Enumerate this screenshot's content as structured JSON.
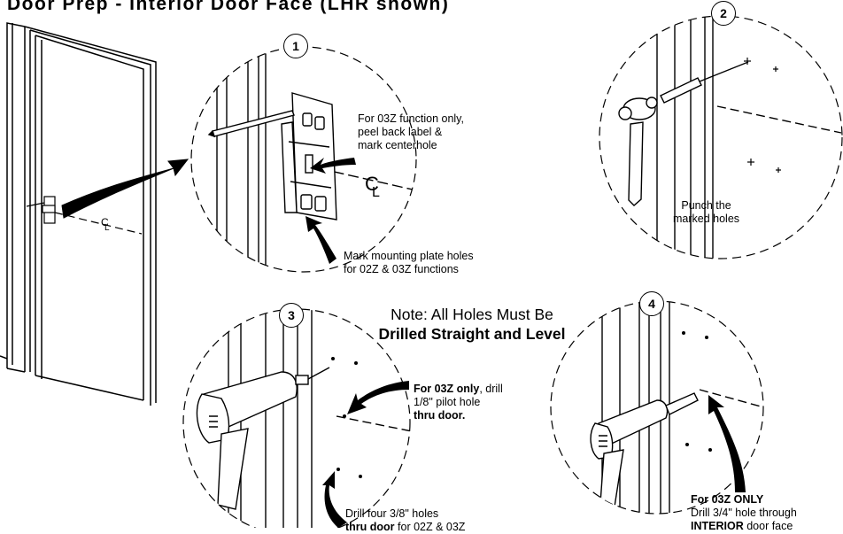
{
  "title": "Door Prep - Interior Door Face (LHR shown)",
  "steps": [
    "1",
    "2",
    "3",
    "4"
  ],
  "centerline_symbol": "CL",
  "step1": {
    "label_function": [
      "For 03Z function only,",
      "peel back label &",
      "mark centerhole"
    ],
    "label_mounting": [
      "Mark mounting plate holes",
      "for 02Z & 03Z functions"
    ]
  },
  "step2": {
    "label": [
      "Punch the",
      "marked holes"
    ]
  },
  "note": {
    "line1": "Note: All Holes Must Be",
    "line2": "Drilled Straight and Level"
  },
  "step3": {
    "pilot_bold": "For 03Z only",
    "pilot_rest": ", drill",
    "pilot_line2": "1/8\" pilot hole",
    "pilot_line3": "thru door.",
    "holes_line1": "Drill four 3/8\" holes",
    "holes_line2_bold": "thru door",
    "holes_line2_rest": " for 02Z & 03Z"
  },
  "step4": {
    "line1": "For 03Z ONLY",
    "line2": "Drill 3/4\" hole through",
    "line3_bold": "INTERIOR",
    "line3_rest": " door face"
  }
}
